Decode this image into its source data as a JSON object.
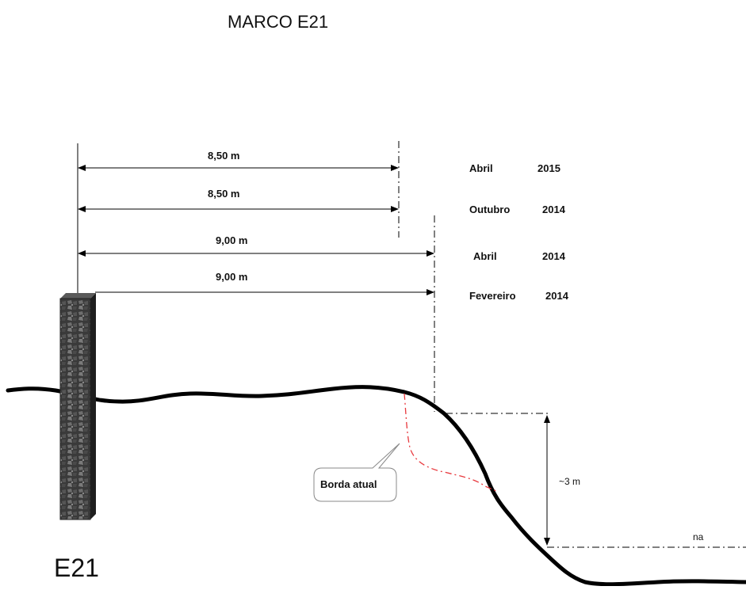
{
  "title": "MARCO E21",
  "marker_label": "E21",
  "measurements": [
    {
      "distance": "8,50 m",
      "month": "Abril",
      "year": "2015"
    },
    {
      "distance": "8,50 m",
      "month": "Outubro",
      "year": "2014"
    },
    {
      "distance": "9,00 m",
      "month": "Abril",
      "year": "2014"
    },
    {
      "distance": "9,00 m",
      "month": "Fevereiro",
      "year": "2014"
    }
  ],
  "height_label": "~3 m",
  "water_label": "na",
  "callout_text": "Borda atual",
  "colors": {
    "terrain": "#000000",
    "current_edge": "#e8383d",
    "marker_dark": "#2a2a2a",
    "marker_light": "#6a6a6a"
  }
}
